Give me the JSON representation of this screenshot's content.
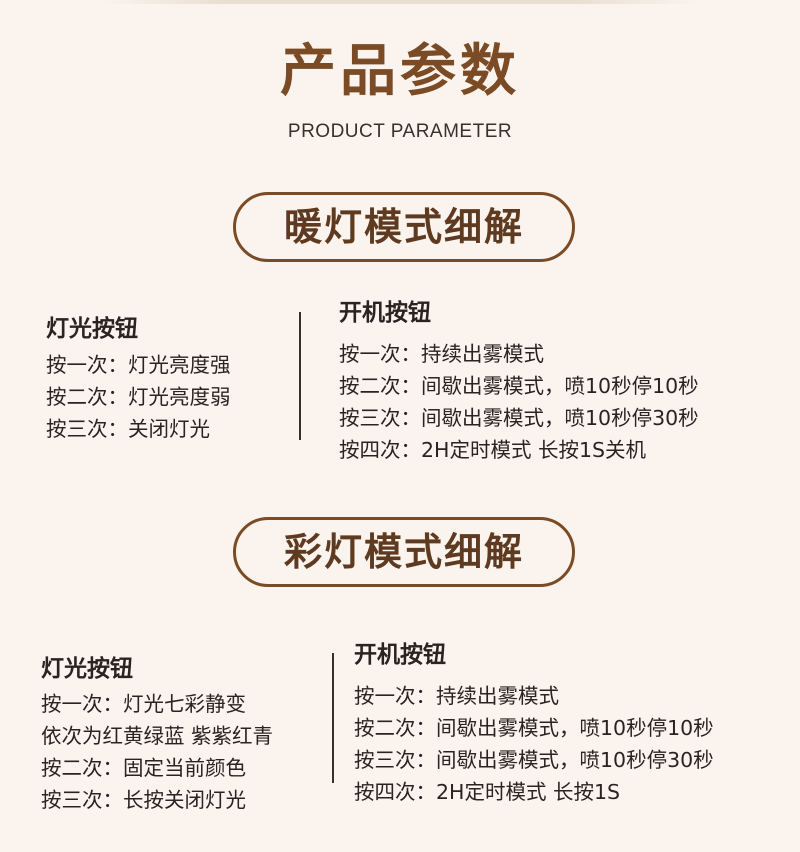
{
  "header": {
    "title": "产品参数",
    "subtitle": "PRODUCT PARAMETER"
  },
  "sections": [
    {
      "title": "暖灯模式细解",
      "left": {
        "heading": "灯光按钮",
        "lines": [
          "按一次：灯光亮度强",
          "按二次：灯光亮度弱",
          "按三次：关闭灯光"
        ]
      },
      "right": {
        "heading": "开机按钮",
        "lines": [
          "按一次：持续出雾模式",
          "按二次：间歇出雾模式，喷10秒停10秒",
          "按三次：间歇出雾模式，喷10秒停30秒",
          "按四次：2H定时模式 长按1S关机"
        ]
      }
    },
    {
      "title": "彩灯模式细解",
      "left": {
        "heading": "灯光按钮",
        "lines": [
          "按一次：灯光七彩静变",
          "依次为红黄绿蓝 紫紫红青",
          "按二次：固定当前颜色",
          "按三次：长按关闭灯光"
        ]
      },
      "right": {
        "heading": "开机按钮",
        "lines": [
          "按一次：持续出雾模式",
          "按二次：间歇出雾模式，喷10秒停10秒",
          "按三次：间歇出雾模式，喷10秒停30秒",
          "按四次：2H定时模式 长按1S"
        ]
      }
    }
  ]
}
